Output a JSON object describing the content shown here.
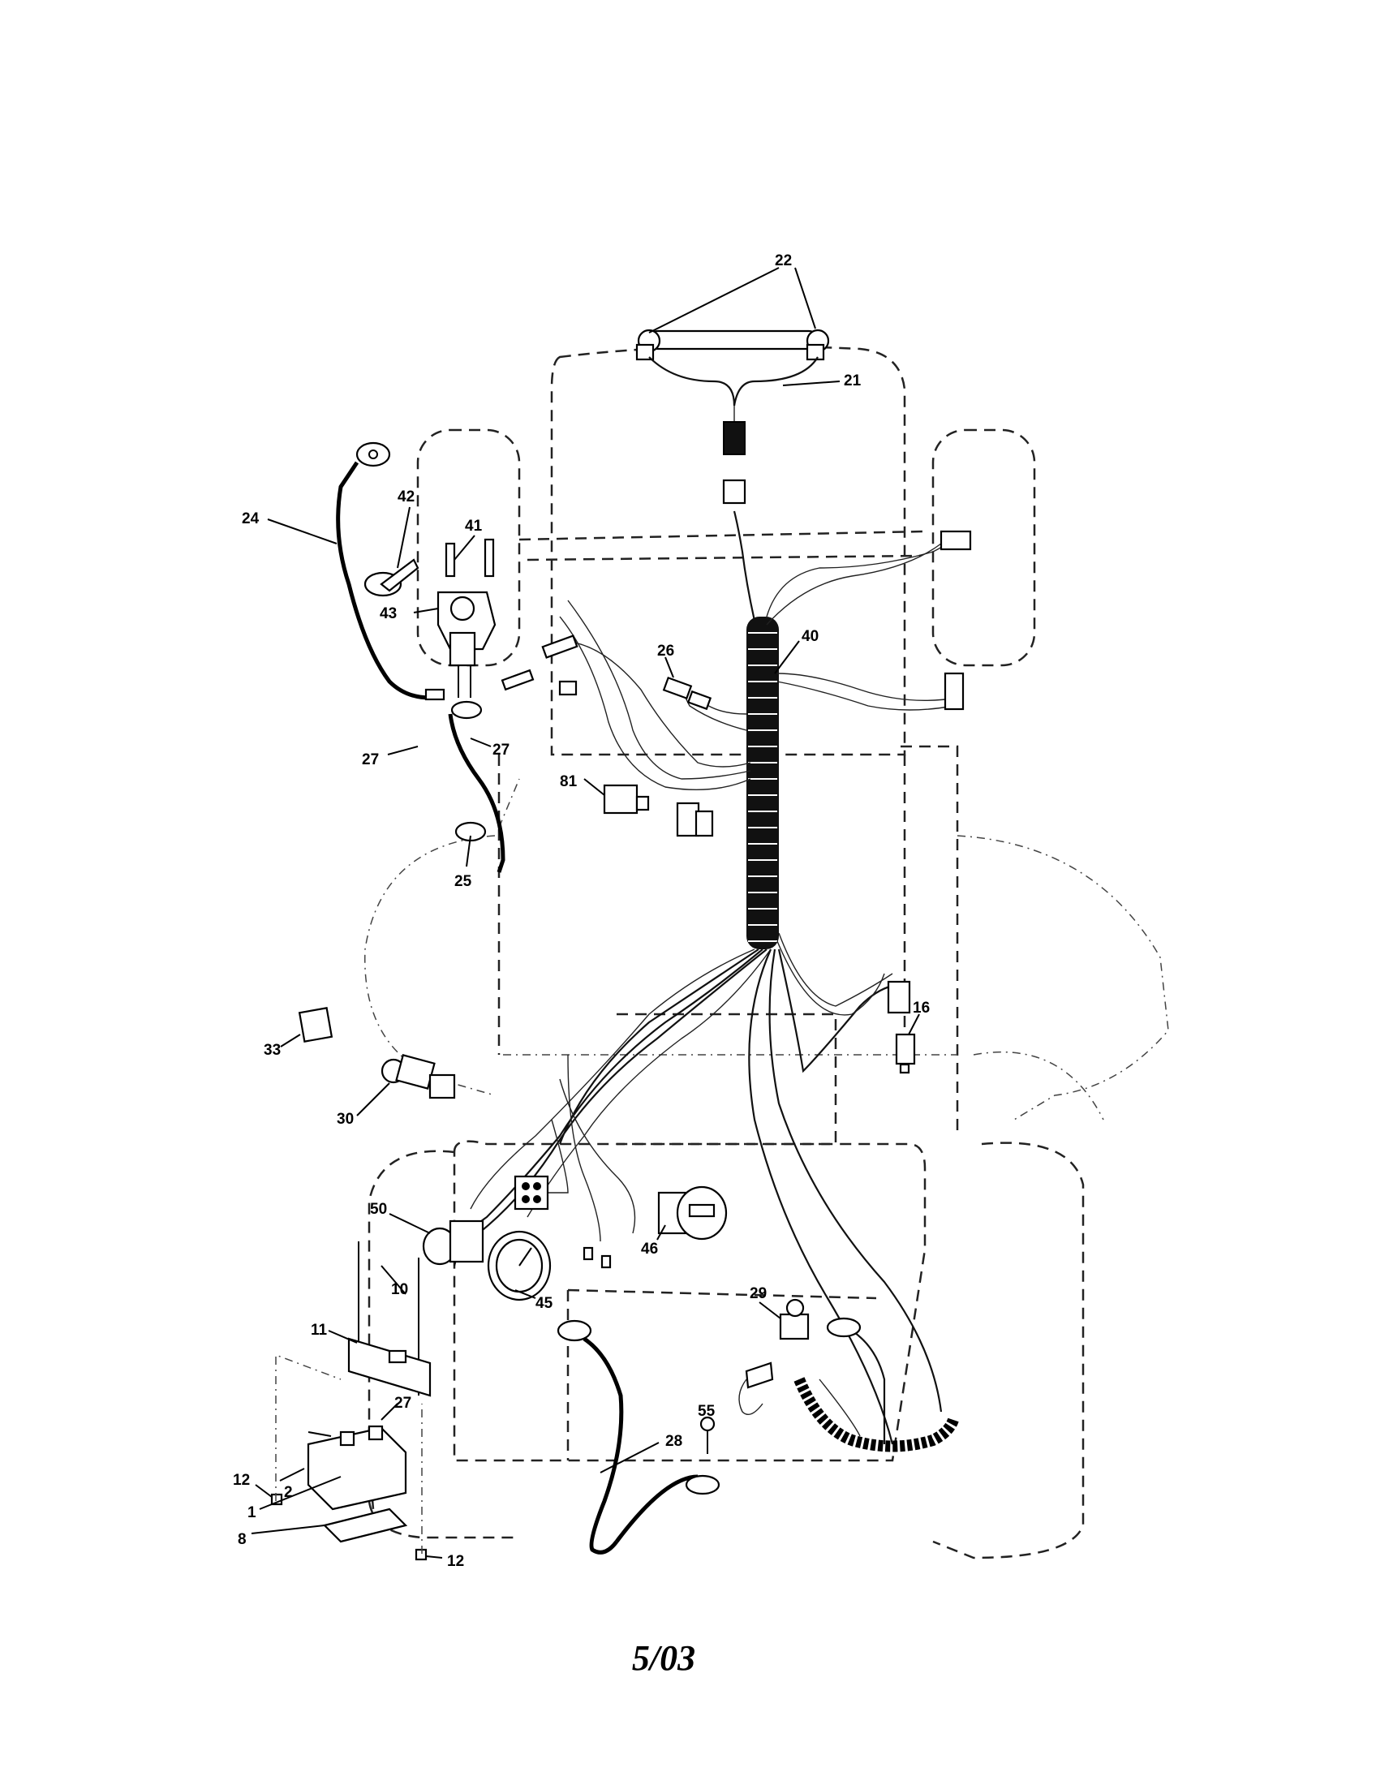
{
  "footer": "5/03",
  "callouts": {
    "c1": "1",
    "c2": "2",
    "c8": "8",
    "c10": "10",
    "c11": "11",
    "c12a": "12",
    "c12b": "12",
    "c16": "16",
    "c21": "21",
    "c22": "22",
    "c24": "24",
    "c25": "25",
    "c26": "26",
    "c27a": "27",
    "c27b": "27",
    "c27c": "27",
    "c28": "28",
    "c29": "29",
    "c30": "30",
    "c33": "33",
    "c40": "40",
    "c41": "41",
    "c42": "42",
    "c43": "43",
    "c45": "45",
    "c46": "46",
    "c50": "50",
    "c55": "55",
    "c81": "81"
  }
}
